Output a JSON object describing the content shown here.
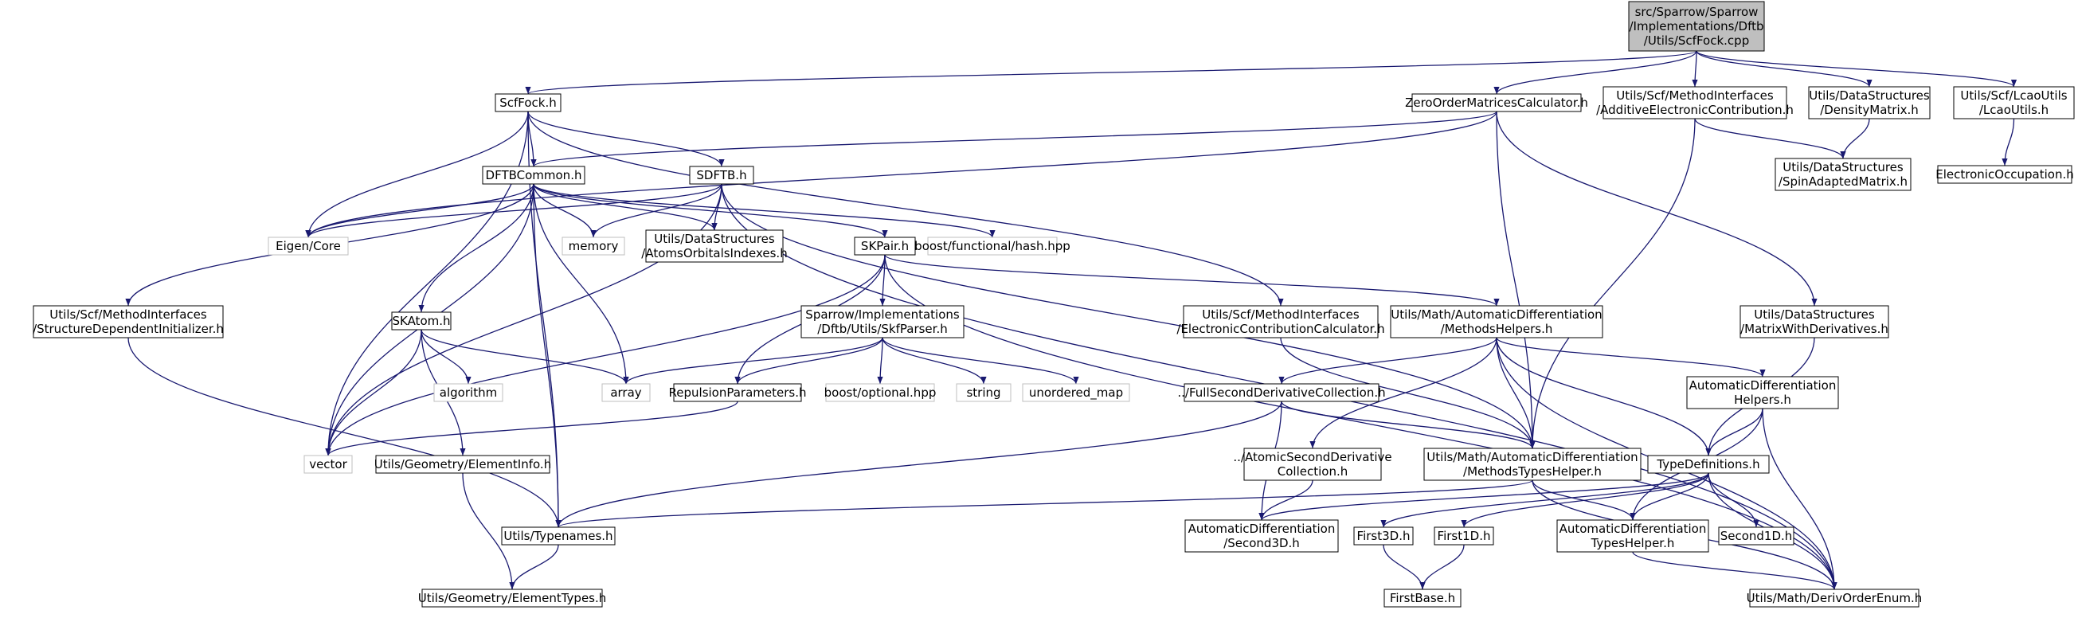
{
  "colors": {
    "edge": "#191970",
    "border": "#000000",
    "external_border": "#bfbfbf",
    "external_text": "#000000",
    "root_fill": "#bfbfbf",
    "node_fill": "#ffffff"
  },
  "nodes": {
    "root": {
      "lines": [
        "src/Sparrow/Sparrow",
        "/Implementations/Dftb",
        "/Utils/ScfFock.cpp"
      ],
      "kind": "root"
    },
    "scffock_h": {
      "lines": [
        "ScfFock.h"
      ],
      "kind": "file"
    },
    "zeroorder": {
      "lines": [
        "ZeroOrderMatricesCalculator.h"
      ],
      "kind": "file"
    },
    "additive": {
      "lines": [
        "Utils/Scf/MethodInterfaces",
        "/AdditiveElectronicContribution.h"
      ],
      "kind": "file"
    },
    "densitymatrix": {
      "lines": [
        "Utils/DataStructures",
        "/DensityMatrix.h"
      ],
      "kind": "file"
    },
    "lcaoutils": {
      "lines": [
        "Utils/Scf/LcaoUtils",
        "/LcaoUtils.h"
      ],
      "kind": "file"
    },
    "spinadapted": {
      "lines": [
        "Utils/DataStructures",
        "/SpinAdaptedMatrix.h"
      ],
      "kind": "file"
    },
    "electronicocc": {
      "lines": [
        "ElectronicOccupation.h"
      ],
      "kind": "file"
    },
    "dftbcommon": {
      "lines": [
        "DFTBCommon.h"
      ],
      "kind": "file"
    },
    "sdftb": {
      "lines": [
        "SDFTB.h"
      ],
      "kind": "file"
    },
    "eigencore": {
      "lines": [
        "Eigen/Core"
      ],
      "kind": "external"
    },
    "memory": {
      "lines": [
        "memory"
      ],
      "kind": "external"
    },
    "atomsorbitals": {
      "lines": [
        "Utils/DataStructures",
        "/AtomsOrbitalsIndexes.h"
      ],
      "kind": "file"
    },
    "skpair": {
      "lines": [
        "SKPair.h"
      ],
      "kind": "file"
    },
    "boosthash": {
      "lines": [
        "boost/functional/hash.hpp"
      ],
      "kind": "external"
    },
    "structdep": {
      "lines": [
        "Utils/Scf/MethodInterfaces",
        "/StructureDependentInitializer.h"
      ],
      "kind": "file"
    },
    "skatom": {
      "lines": [
        "SKAtom.h"
      ],
      "kind": "file"
    },
    "skfparser": {
      "lines": [
        "Sparrow/Implementations",
        "/Dftb/Utils/SkfParser.h"
      ],
      "kind": "file"
    },
    "eleccontrib": {
      "lines": [
        "Utils/Scf/MethodInterfaces",
        "/ElectronicContributionCalculator.h"
      ],
      "kind": "file"
    },
    "methodshelpers": {
      "lines": [
        "Utils/Math/AutomaticDifferentiation",
        "/MethodsHelpers.h"
      ],
      "kind": "file"
    },
    "matrixwithderiv": {
      "lines": [
        "Utils/DataStructures",
        "/MatrixWithDerivatives.h"
      ],
      "kind": "file"
    },
    "algorithm": {
      "lines": [
        "algorithm"
      ],
      "kind": "external"
    },
    "array": {
      "lines": [
        "array"
      ],
      "kind": "external"
    },
    "repulsion": {
      "lines": [
        "RepulsionParameters.h"
      ],
      "kind": "file"
    },
    "boostoptional": {
      "lines": [
        "boost/optional.hpp"
      ],
      "kind": "external"
    },
    "string": {
      "lines": [
        "string"
      ],
      "kind": "external"
    },
    "unorderedmap": {
      "lines": [
        "unordered_map"
      ],
      "kind": "external"
    },
    "fullsecond": {
      "lines": [
        "../FullSecondDerivativeCollection.h"
      ],
      "kind": "file"
    },
    "autodiffhelpers": {
      "lines": [
        "AutomaticDifferentiation",
        "Helpers.h"
      ],
      "kind": "file"
    },
    "vector": {
      "lines": [
        "vector"
      ],
      "kind": "external"
    },
    "elementinfo": {
      "lines": [
        "Utils/Geometry/ElementInfo.h"
      ],
      "kind": "file"
    },
    "atomicsecond": {
      "lines": [
        "../AtomicSecondDerivative",
        "Collection.h"
      ],
      "kind": "file"
    },
    "methodstypes": {
      "lines": [
        "Utils/Math/AutomaticDifferentiation",
        "/MethodsTypesHelper.h"
      ],
      "kind": "file"
    },
    "typedefs": {
      "lines": [
        "TypeDefinitions.h"
      ],
      "kind": "file"
    },
    "typenames": {
      "lines": [
        "Utils/Typenames.h"
      ],
      "kind": "file"
    },
    "second3d": {
      "lines": [
        "AutomaticDifferentiation",
        "/Second3D.h"
      ],
      "kind": "file"
    },
    "first3d": {
      "lines": [
        "First3D.h"
      ],
      "kind": "file"
    },
    "first1d": {
      "lines": [
        "First1D.h"
      ],
      "kind": "file"
    },
    "autodifftypes": {
      "lines": [
        "AutomaticDifferentiation",
        "TypesHelper.h"
      ],
      "kind": "file"
    },
    "second1d": {
      "lines": [
        "Second1D.h"
      ],
      "kind": "file"
    },
    "elementtypes": {
      "lines": [
        "Utils/Geometry/ElementTypes.h"
      ],
      "kind": "file"
    },
    "firstbase": {
      "lines": [
        "FirstBase.h"
      ],
      "kind": "file"
    },
    "derivorder": {
      "lines": [
        "Utils/Math/DerivOrderEnum.h"
      ],
      "kind": "file"
    }
  },
  "edges": [
    [
      "root",
      "scffock_h"
    ],
    [
      "root",
      "zeroorder"
    ],
    [
      "root",
      "additive"
    ],
    [
      "root",
      "densitymatrix"
    ],
    [
      "root",
      "lcaoutils"
    ],
    [
      "densitymatrix",
      "spinadapted"
    ],
    [
      "additive",
      "spinadapted"
    ],
    [
      "lcaoutils",
      "electronicocc"
    ],
    [
      "scffock_h",
      "dftbcommon"
    ],
    [
      "scffock_h",
      "sdftb"
    ],
    [
      "scffock_h",
      "eigencore"
    ],
    [
      "scffock_h",
      "eleccontrib"
    ],
    [
      "scffock_h",
      "vector"
    ],
    [
      "scffock_h",
      "typenames"
    ],
    [
      "zeroorder",
      "dftbcommon"
    ],
    [
      "zeroorder",
      "eigencore"
    ],
    [
      "zeroorder",
      "methodstypes"
    ],
    [
      "zeroorder",
      "matrixwithderiv"
    ],
    [
      "additive",
      "methodstypes"
    ],
    [
      "dftbcommon",
      "eigencore"
    ],
    [
      "dftbcommon",
      "memory"
    ],
    [
      "dftbcommon",
      "atomsorbitals"
    ],
    [
      "dftbcommon",
      "skpair"
    ],
    [
      "dftbcommon",
      "boosthash"
    ],
    [
      "dftbcommon",
      "structdep"
    ],
    [
      "dftbcommon",
      "skatom"
    ],
    [
      "dftbcommon",
      "array"
    ],
    [
      "dftbcommon",
      "vector"
    ],
    [
      "dftbcommon",
      "typenames"
    ],
    [
      "sdftb",
      "eigencore"
    ],
    [
      "sdftb",
      "memory"
    ],
    [
      "sdftb",
      "atomsorbitals"
    ],
    [
      "sdftb",
      "vector"
    ],
    [
      "sdftb",
      "methodstypes"
    ],
    [
      "sdftb",
      "derivorder"
    ],
    [
      "skpair",
      "skfparser"
    ],
    [
      "skpair",
      "repulsion"
    ],
    [
      "skpair",
      "methodshelpers"
    ],
    [
      "skpair",
      "vector"
    ],
    [
      "skpair",
      "derivorder"
    ],
    [
      "structdep",
      "typenames"
    ],
    [
      "skatom",
      "algorithm"
    ],
    [
      "skatom",
      "array"
    ],
    [
      "skatom",
      "vector"
    ],
    [
      "skatom",
      "elementinfo"
    ],
    [
      "skfparser",
      "array"
    ],
    [
      "skfparser",
      "repulsion"
    ],
    [
      "skfparser",
      "boostoptional"
    ],
    [
      "skfparser",
      "string"
    ],
    [
      "skfparser",
      "unorderedmap"
    ],
    [
      "repulsion",
      "vector"
    ],
    [
      "eleccontrib",
      "methodstypes"
    ],
    [
      "methodshelpers",
      "fullsecond"
    ],
    [
      "methodshelpers",
      "atomicsecond"
    ],
    [
      "methodshelpers",
      "methodstypes"
    ],
    [
      "methodshelpers",
      "autodiffhelpers"
    ],
    [
      "methodshelpers",
      "typedefs"
    ],
    [
      "methodshelpers",
      "derivorder"
    ],
    [
      "matrixwithderiv",
      "typedefs"
    ],
    [
      "fullsecond",
      "typenames"
    ],
    [
      "fullsecond",
      "methodstypes"
    ],
    [
      "fullsecond",
      "second3d"
    ],
    [
      "autodiffhelpers",
      "typedefs"
    ],
    [
      "autodiffhelpers",
      "autodifftypes"
    ],
    [
      "autodiffhelpers",
      "derivorder"
    ],
    [
      "elementinfo",
      "elementtypes"
    ],
    [
      "atomicsecond",
      "second3d"
    ],
    [
      "methodstypes",
      "typenames"
    ],
    [
      "methodstypes",
      "autodifftypes"
    ],
    [
      "methodstypes",
      "derivorder"
    ],
    [
      "typedefs",
      "second3d"
    ],
    [
      "typedefs",
      "first3d"
    ],
    [
      "typedefs",
      "first1d"
    ],
    [
      "typedefs",
      "autodifftypes"
    ],
    [
      "typedefs",
      "second1d"
    ],
    [
      "typedefs",
      "derivorder"
    ],
    [
      "typenames",
      "elementtypes"
    ],
    [
      "first3d",
      "firstbase"
    ],
    [
      "first1d",
      "firstbase"
    ],
    [
      "autodifftypes",
      "derivorder"
    ]
  ]
}
